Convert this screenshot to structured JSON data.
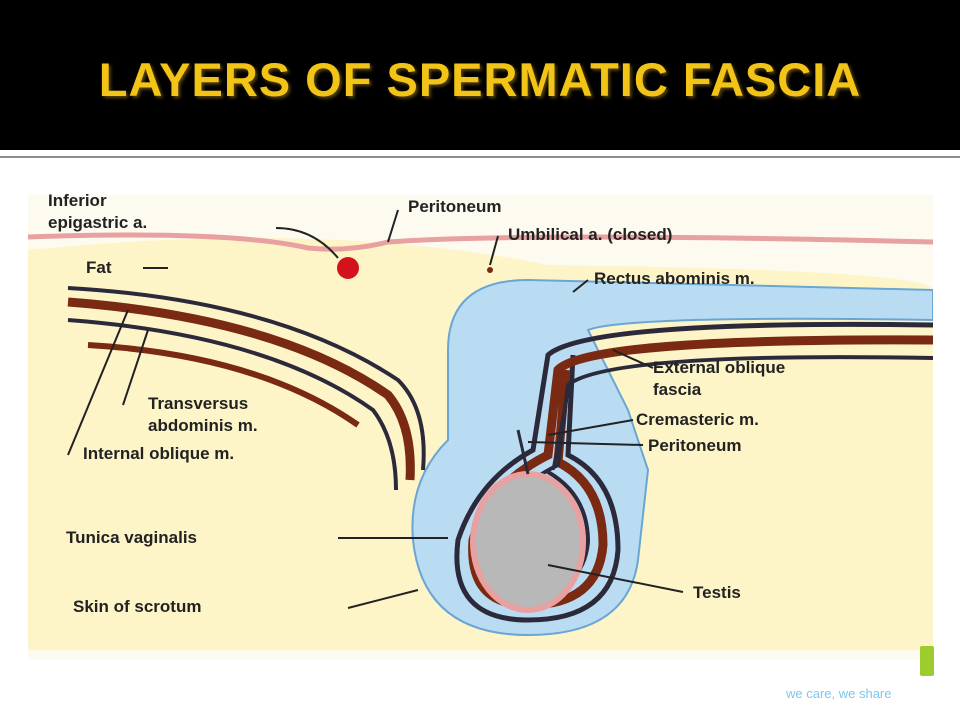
{
  "slide": {
    "title": "LAYERS OF SPERMATIC FASCIA"
  },
  "diagram": {
    "labels": {
      "inferior_epigastric_line1": "Inferior",
      "inferior_epigastric_line2": "epigastric a.",
      "peritoneum_top": "Peritoneum",
      "umbilical": "Umbilical a. (closed)",
      "fat": "Fat",
      "rectus": "Rectus abominis m.",
      "external_oblique_line1": "External oblique",
      "external_oblique_line2": "fascia",
      "transversus_line1": "Transversus",
      "transversus_line2": "abdominis m.",
      "cremasteric": "Cremasteric m.",
      "peritoneum_mid": "Peritoneum",
      "internal_oblique": "Internal oblique m.",
      "tunica_vaginalis": "Tunica vaginalis",
      "testis": "Testis",
      "skin_of_scrotum": "Skin of scrotum"
    },
    "colors": {
      "fat": "#fdf5c8",
      "fascia_blue": "#b9dcf3",
      "muscle": "#7a2a12",
      "testis": "#b8b8b8",
      "peritoneum": "#e8a0a0",
      "artery": "#d4121c"
    }
  },
  "footer": {
    "tagline": "we care, we share"
  }
}
